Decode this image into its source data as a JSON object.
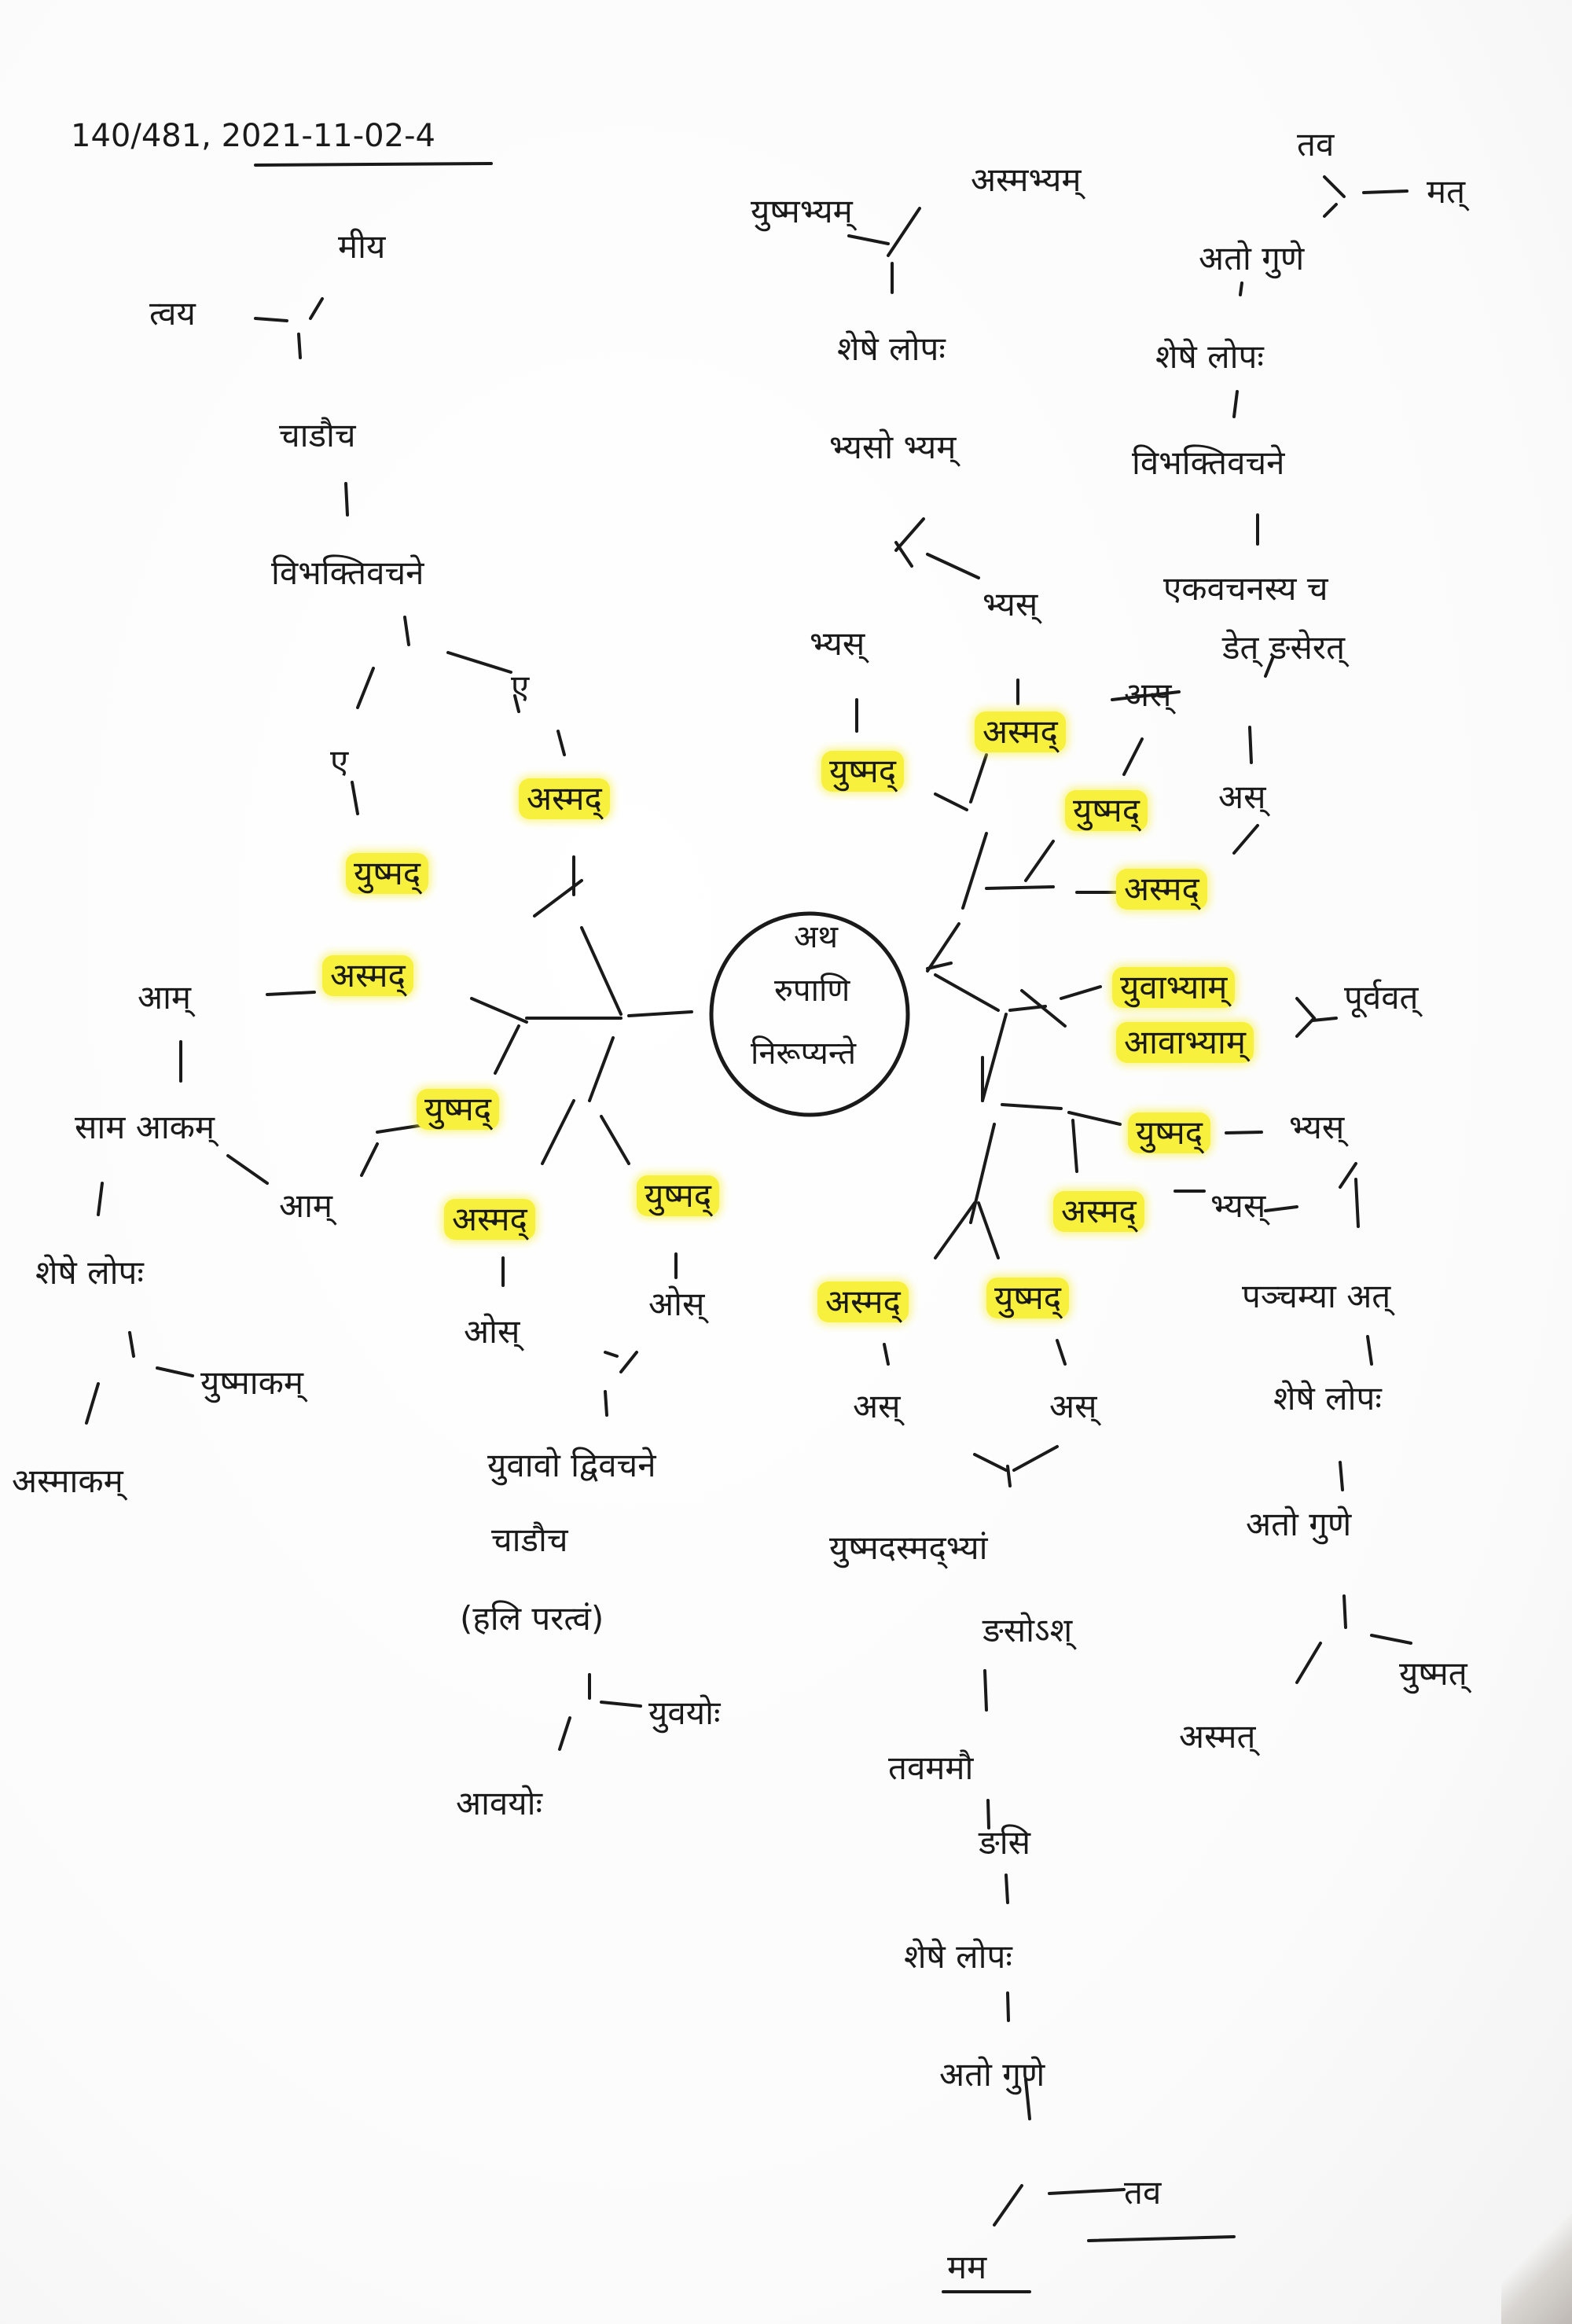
{
  "reference": "140/481, 2021-11-02-4",
  "center": {
    "line1": "अथ",
    "line2": "रुपाणि",
    "line3": "निरूप्यन्ते"
  },
  "nodes": {
    "left_miya": "मीय",
    "left_tvaya": "त्वय",
    "left_caduca": "चाडौच",
    "left_vibhaktau": "विभक्तिवचने",
    "left_e": "ए",
    "left_asmad1": "अस्मद्",
    "left_yusmad1": "युष्मद्",
    "left_asmad2": "अस्मद्",
    "left_am1": "आम्",
    "left_sama_akam": "साम आकम्",
    "left_am2": "आम्",
    "left_sheso_lopah": "शेषे लोपः",
    "left_yusmakam": "युष्माकम्",
    "left_asmakam": "अस्माकम्",
    "left_yusmad2": "युष्मद्",
    "mid_asmad": "अस्मद्",
    "mid_yusmad": "युष्मद्",
    "mid_os1": "ओस्",
    "mid_os2": "ओस्",
    "mid_yuvavo": "युवावो द्विवचने",
    "mid_caduca": "चाडौच",
    "mid_hali": "(हलि परत्वं)",
    "mid_yuvayoh": "युवयोः",
    "mid_avayoh": "आवयोः",
    "top_yusmabhyam": "युष्मभ्यम्",
    "top_asmabhyam": "अस्मभ्यम्",
    "top_sheso_lopah": "शेषे लोपः",
    "top_bhyaso_bhyam": "भ्यसो भ्यम्",
    "top_bhyas1": "भ्यस्",
    "top_bhyas2": "भ्यस्",
    "top_yusmad": "युष्मद्",
    "top_asmad": "अस्मद्",
    "rt_tava": "तव",
    "rt_mama": "मत्",
    "rt_ato_gunah": "अतो गुणे",
    "rt_sheso_lopah": "शेषे लोपः",
    "rt_vibhaktau": "विभक्तिवचने",
    "rt_ekavacana": "एकवचनस्य च",
    "rt_ekavacana2": "डेत् ङसेरत्",
    "rt_as1": "अस्",
    "rt_as2": "अस्",
    "rt_yusmad1": "युष्मद्",
    "rt_asmad1": "अस्मद्",
    "rt_yuvabhyam": "युवाभ्याम्",
    "rt_avabhyam": "आवाभ्याम्",
    "rt_purvavat": "पूर्ववत्",
    "rt_yusmad2": "युष्मद्",
    "rt_bhyas1": "भ्यस्",
    "rt_asmad2": "अस्मद्",
    "rt_bhyas2": "भ्यस्",
    "rt_pancamya": "पञ्चम्या अत्",
    "rt_sheso_lopah2": "शेषे लोपः",
    "rt_ato_gunah2": "अतो गुणे",
    "rt_yusmat": "युष्मत्",
    "rt_asmat": "अस्मत्",
    "bot_asmad": "अस्मद्",
    "bot_yusmad": "युष्मद्",
    "bot_as1": "अस्",
    "bot_as2": "अस्",
    "bot_yusmad_asmad": "युष्मदस्मद्भ्यां",
    "bot_nasah": "ङसोऽश्",
    "bot_tavamamau": "तवममौ",
    "bot_nasi": "ङसि",
    "bot_sheso_lopah": "शेषे लोपः",
    "bot_ato_gunah": "अतो गुणे",
    "bot_tava": "तव",
    "bot_mama": "मम"
  }
}
